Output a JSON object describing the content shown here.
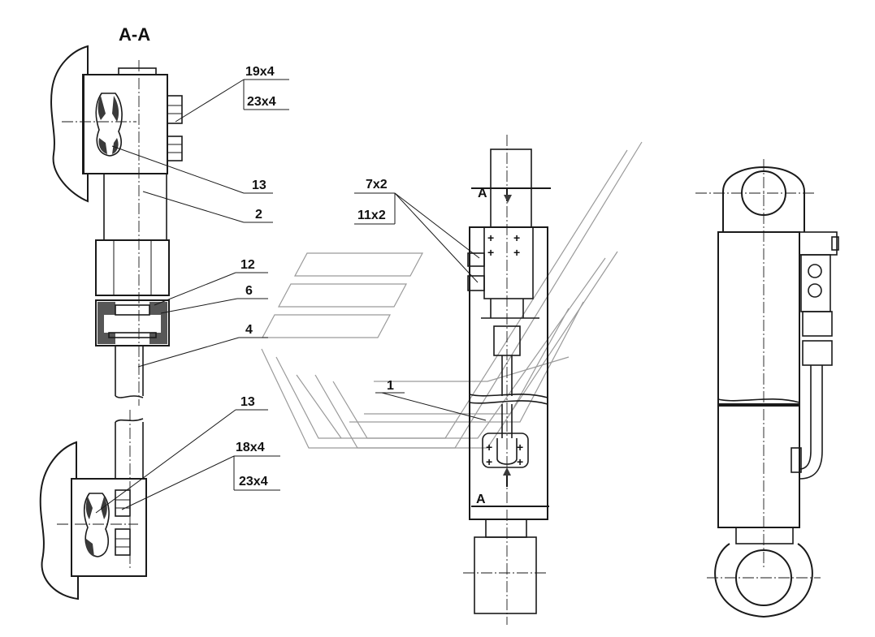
{
  "section_title": "A-A",
  "callouts": {
    "bolt_top_a": "19x4",
    "bolt_top_b": "23x4",
    "pos_13_top": "13",
    "pos_2": "2",
    "pos_12": "12",
    "pos_6": "6",
    "pos_4": "4",
    "pos_13_bottom": "13",
    "bolt_bottom_a": "18x4",
    "bolt_bottom_b": "23x4",
    "bolt_mid_a": "7x2",
    "bolt_mid_b": "11x2",
    "pos_1": "1",
    "section_mark_top": "A",
    "section_mark_bottom": "A"
  }
}
